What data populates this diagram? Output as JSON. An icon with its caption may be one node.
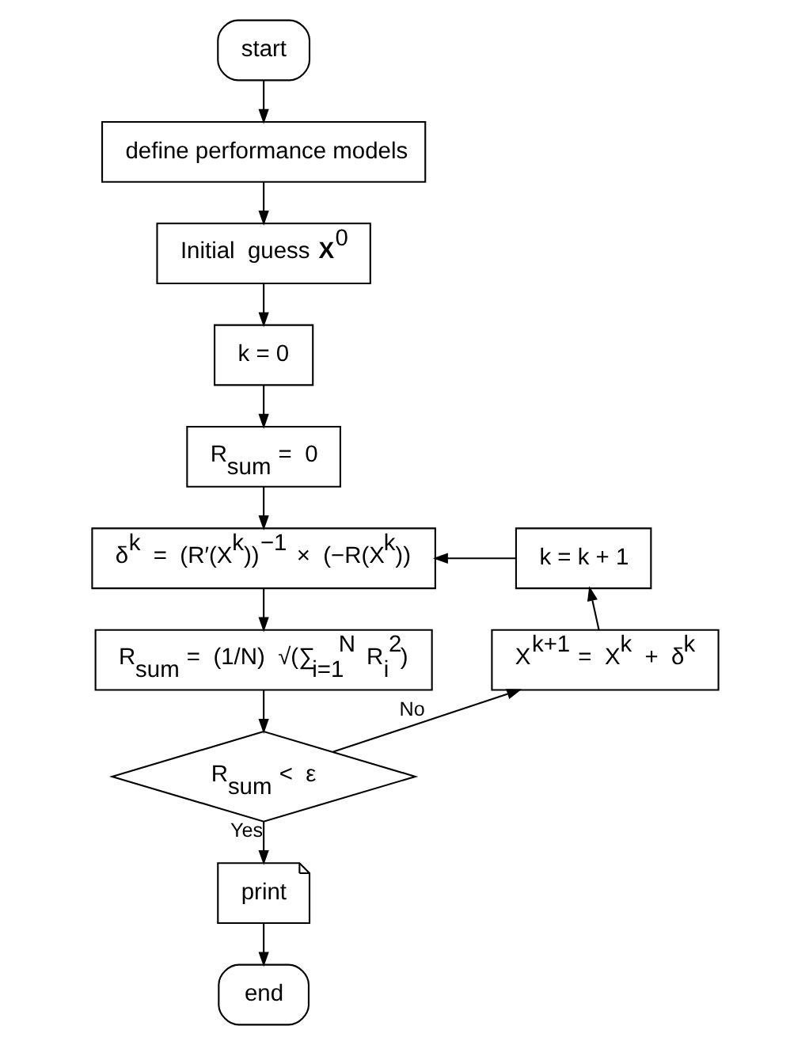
{
  "diagram": {
    "nodes": [
      {
        "text": [
          "start"
        ]
      },
      {
        "text": [
          "define performance models"
        ]
      },
      {
        "text": [
          "Initial guess **X**$^{0}$"
        ]
      },
      {
        "text": [
          "k = 0"
        ]
      },
      {
        "text": [
          "R$_{sum}$ = 0"
        ]
      },
      {
        "text": [
          "δ$^{k}$ = (R′(X$^{k}$))$^{−1}$ × (−R(X$^{k}$))"
        ]
      },
      {
        "text": [
          "R$_{sum}$ = (1/N) √(∑$_{i=1}$$^{N}$ R$_{i}$$^{2}$)"
        ]
      },
      {
        "text": [
          "R$_{sum}$ < ε"
        ]
      },
      {
        "text": [
          "print"
        ]
      },
      {
        "text": [
          "end"
        ]
      },
      {
        "text": [
          "X$^{k+1}$ = X$^{k}$ + δ$^{k}$"
        ]
      },
      {
        "text": [
          "k = k + 1"
        ]
      }
    ],
    "edges": [
      {
        "from": 0,
        "to": 1,
        "arrow": "to"
      },
      {
        "from": 1,
        "to": 2,
        "arrow": "to"
      },
      {
        "from": 2,
        "to": 3,
        "arrow": "to"
      },
      {
        "from": 3,
        "to": 4,
        "arrow": "to"
      },
      {
        "from": 4,
        "to": 5,
        "arrow": "to"
      },
      {
        "from": 5,
        "to": 6,
        "arrow": "to"
      },
      {
        "from": 6,
        "to": 7,
        "arrow": "to"
      },
      {
        "from": 7,
        "to": 8,
        "arrow": "to",
        "label": "Yes"
      },
      {
        "from": 8,
        "to": 9,
        "arrow": "to"
      },
      {
        "from": 7,
        "to": 10,
        "arrow": "to",
        "label": "No"
      },
      {
        "from": 10,
        "to": 11,
        "arrow": "to"
      },
      {
        "from": 11,
        "to": 5,
        "arrow": "to"
      }
    ]
  }
}
